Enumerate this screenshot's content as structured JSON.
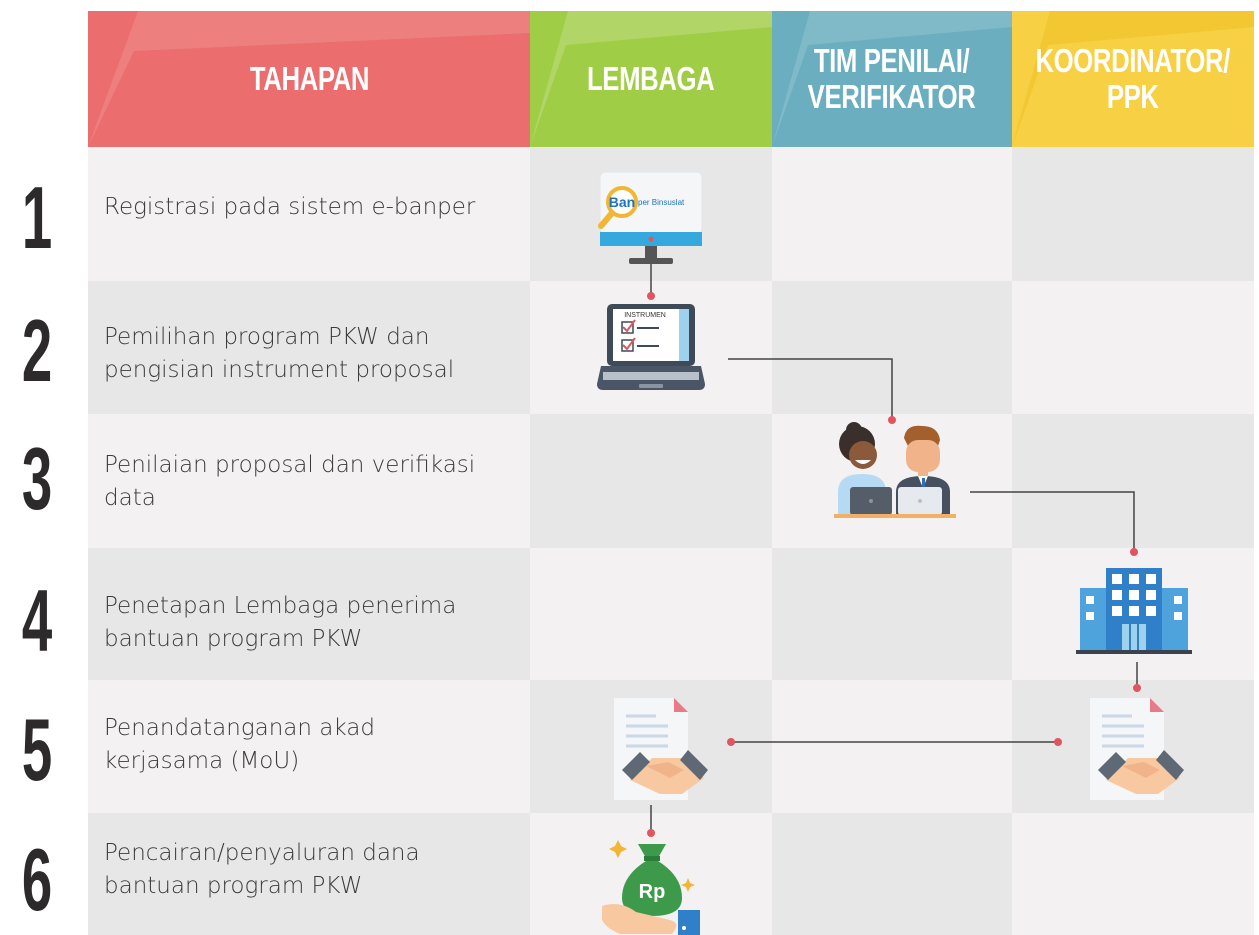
{
  "columns": [
    {
      "key": "tahapan",
      "lines": [
        "TAHAPAN"
      ],
      "color": "#ec6d6d"
    },
    {
      "key": "lembaga",
      "lines": [
        "LEMBAGA"
      ],
      "color": "#a0cd46"
    },
    {
      "key": "tim",
      "lines": [
        "TIM PENILAI/",
        "VERIFIKATOR"
      ],
      "color": "#6aaec0"
    },
    {
      "key": "koordinator",
      "lines": [
        "KOORDINATOR/",
        "PPK"
      ],
      "color": "#f7d043"
    }
  ],
  "steps": [
    {
      "number": "1",
      "lines": [
        "Registrasi pada sistem e-banper"
      ],
      "icon": "monitor-ebanper-icon"
    },
    {
      "number": "2",
      "lines": [
        "Pemilihan program PKW dan",
        "pengisian instrument proposal"
      ],
      "icon": "laptop-instrument-icon"
    },
    {
      "number": "3",
      "lines": [
        "Penilaian proposal dan verifikasi",
        "data"
      ],
      "icon": "assessors-icon"
    },
    {
      "number": "4",
      "lines": [
        "Penetapan Lembaga penerima",
        "bantuan program PKW"
      ],
      "icon": "building-icon"
    },
    {
      "number": "5",
      "lines": [
        "Penandatanganan akad",
        "kerjasama (MoU)"
      ],
      "icon": "handshake-document-icon"
    },
    {
      "number": "6",
      "lines": [
        "Pencairan/penyaluran dana",
        "bantuan program PKW"
      ],
      "icon": "money-bag-icon"
    }
  ],
  "icons": {
    "monitor_brand": "Ban",
    "monitor_subtitle": "per Binsuslat",
    "laptop_label": "INSTRUMEN",
    "money_label": "Rp"
  },
  "colors": {
    "row_light": "#f3f1f2",
    "row_dark": "#e8e7e8",
    "connector": "#444444",
    "dot": "#e05560"
  }
}
